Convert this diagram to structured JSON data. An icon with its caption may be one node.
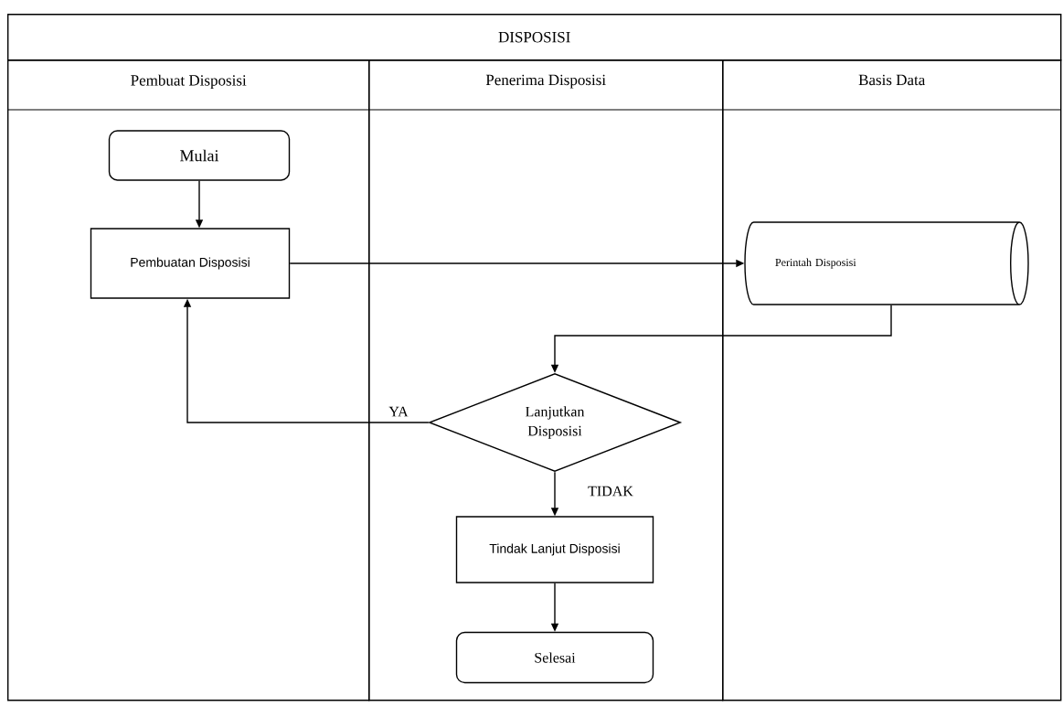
{
  "diagram": {
    "title": "DISPOSISI",
    "nodes": [
      {
        "text": [
          "Pembuat Disposisi"
        ]
      },
      {
        "text": [
          "Penerima Disposisi"
        ]
      },
      {
        "text": [
          "Basis Data"
        ]
      },
      {
        "text": [
          "Mulai"
        ],
        "in": 0
      },
      {
        "text": [
          "Pembuatan Disposisi"
        ],
        "in": 0
      },
      {
        "text": [
          "Perintah Disposisi"
        ],
        "in": 2
      },
      {
        "text": [
          "Lanjutkan Disposisi"
        ],
        "in": 1
      },
      {
        "text": [
          "Tindak Lanjut Disposisi"
        ],
        "in": 1
      },
      {
        "text": [
          "Selesai"
        ],
        "in": 1
      }
    ],
    "edges": [
      {
        "from": 3,
        "to": 4,
        "arrow": "to"
      },
      {
        "from": 4,
        "to": 5,
        "arrow": "to"
      },
      {
        "from": 5,
        "to": 6,
        "arrow": "to"
      },
      {
        "from": 6,
        "to": 4,
        "arrow": "to",
        "label": "YA"
      },
      {
        "from": 6,
        "to": 7,
        "arrow": "to",
        "label": "TIDAK"
      },
      {
        "from": 7,
        "to": 8,
        "arrow": "to"
      }
    ]
  }
}
